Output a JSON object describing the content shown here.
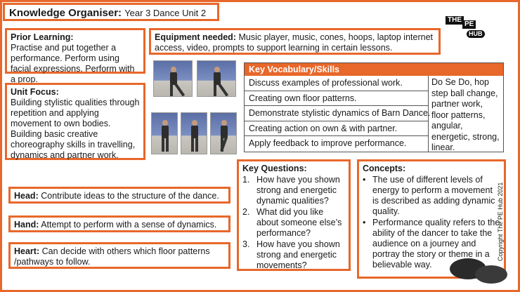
{
  "title": {
    "main": "Knowledge Organiser:",
    "sub": "Year 3 Dance Unit 2"
  },
  "prior_learning": {
    "heading": "Prior Learning:",
    "text": "Practise and put together a performance.  Perform using facial expressions. Perform with a prop."
  },
  "equipment": {
    "heading": "Equipment needed:",
    "text": "Music player, music, cones, hoops, laptop internet access, video, prompts to support learning in certain lessons."
  },
  "unit_focus": {
    "heading": "Unit Focus:",
    "text": "Building stylistic qualities through repetition and applying movement to own bodies.  Building basic creative choreography skills in travelling, dynamics and partner work."
  },
  "vocab": {
    "heading": "Key Vocabulary/Skills",
    "skills": [
      "Discuss examples of professional work.",
      "Creating own floor patterns.",
      "Demonstrate stylistic dynamics of Barn Dance.",
      "Creating action on own & with partner.",
      "Apply feedback to improve performance."
    ],
    "terms": "Do Se Do, hop step ball change, partner work, floor patterns, angular, energetic, strong, linear."
  },
  "head": {
    "heading": "Head:",
    "text": "Contribute ideas to the structure of the dance."
  },
  "hand": {
    "heading": "Hand:",
    "text": "Attempt to perform with a sense of dynamics."
  },
  "heart": {
    "heading": "Heart:",
    "text": "Can decide with others which floor patterns /pathways to follow."
  },
  "key_questions": {
    "heading": "Key Questions:",
    "items": [
      {
        "num": "1.",
        "text": "How have you shown strong and energetic dynamic qualities?"
      },
      {
        "num": "2.",
        "text": "What did you like about someone else’s performance?"
      },
      {
        "num": "3.",
        "text": "How have you shown strong and energetic movements?"
      }
    ]
  },
  "concepts": {
    "heading": "Concepts:",
    "items": [
      {
        "bullet": "•",
        "text": "The use of different levels of energy to perform a movement is described as adding dynamic quality."
      },
      {
        "bullet": "•",
        "text": "Performance quality refers to the ability of the dancer to take the audience on a journey and portray the story or theme in a believable way."
      }
    ]
  },
  "logo": {
    "line1": "THE",
    "line2": "PE",
    "line3": "HUB"
  },
  "copyright": "Copyright The PE Hub 2021",
  "colors": {
    "accent": "#e8672a",
    "text": "#1a1a1a"
  },
  "icons": {
    "photos": "dancer-photo",
    "equipment": "agility-disc-icon"
  }
}
